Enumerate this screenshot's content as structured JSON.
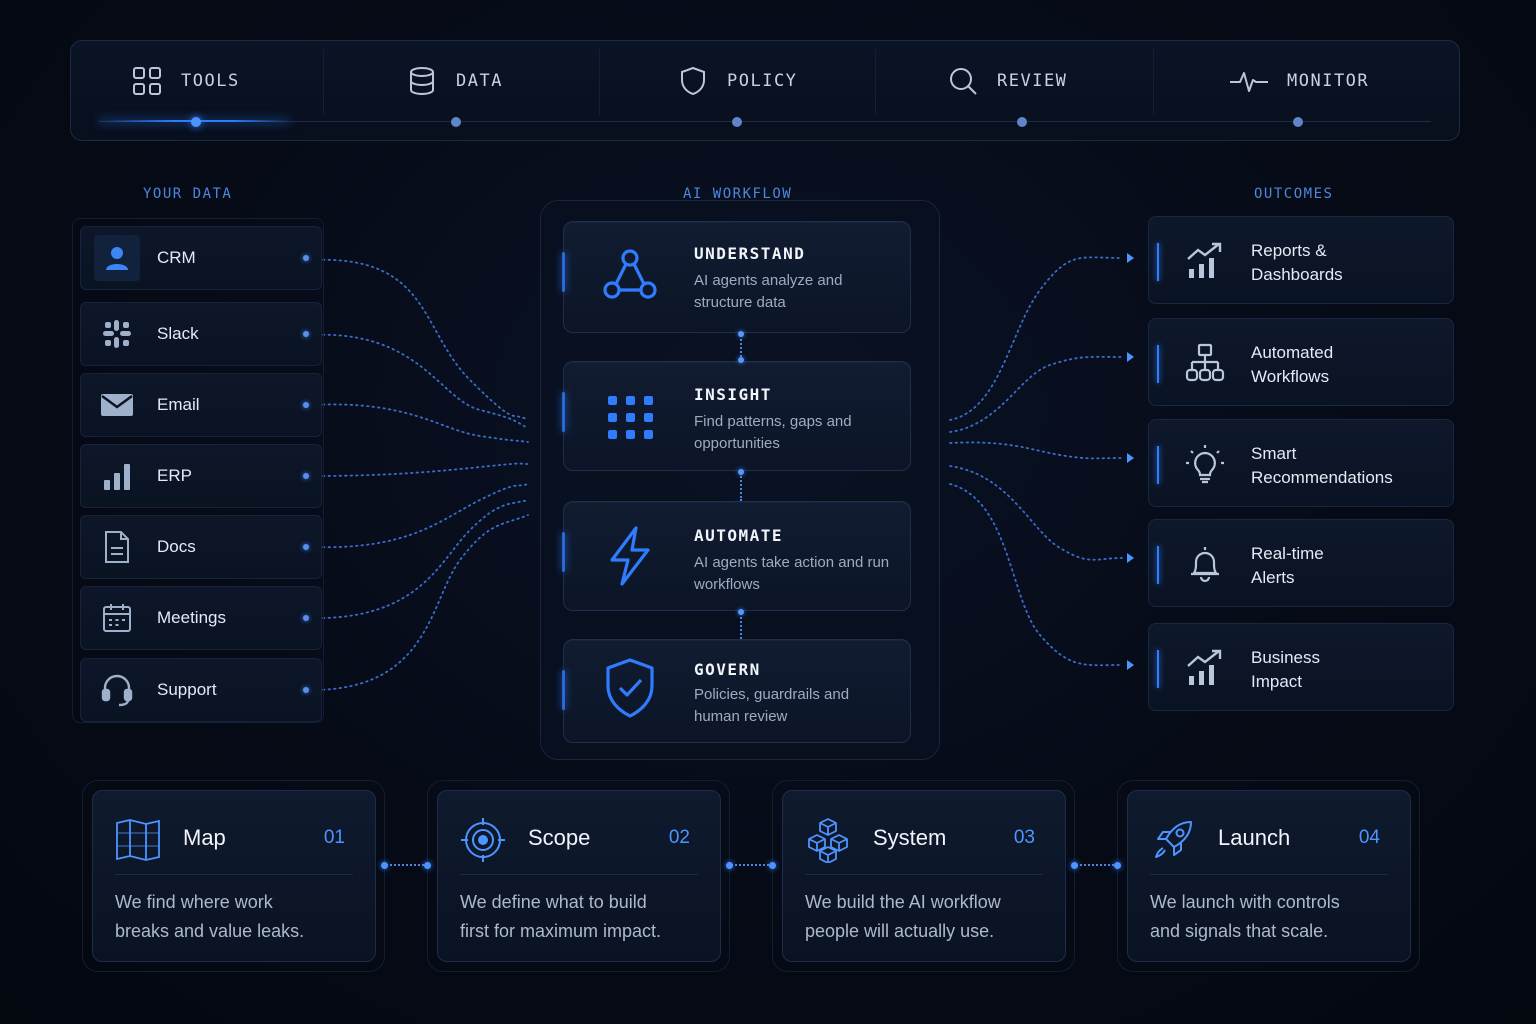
{
  "nav": {
    "tabs": [
      {
        "label": "TOOLS",
        "icon": "grid-icon",
        "active": true
      },
      {
        "label": "DATA",
        "icon": "database-icon",
        "active": false
      },
      {
        "label": "POLICY",
        "icon": "shield-icon",
        "active": false
      },
      {
        "label": "REVIEW",
        "icon": "search-icon",
        "active": false
      },
      {
        "label": "MONITOR",
        "icon": "pulse-icon",
        "active": false
      }
    ]
  },
  "sections": {
    "your_data": "YOUR DATA",
    "ai_workflow": "AI WORKFLOW",
    "outcomes": "OUTCOMES"
  },
  "data_sources": [
    {
      "label": "CRM",
      "icon": "user-icon"
    },
    {
      "label": "Slack",
      "icon": "slack-icon"
    },
    {
      "label": "Email",
      "icon": "mail-icon"
    },
    {
      "label": "ERP",
      "icon": "bar-chart-icon"
    },
    {
      "label": "Docs",
      "icon": "document-icon"
    },
    {
      "label": "Meetings",
      "icon": "calendar-icon"
    },
    {
      "label": "Support",
      "icon": "headset-icon"
    }
  ],
  "workflow": [
    {
      "title": "UNDERSTAND",
      "desc": "AI agents analyze and structure data",
      "icon": "network-icon"
    },
    {
      "title": "INSIGHT",
      "desc": "Find patterns, gaps and opportunities",
      "icon": "dots-grid-icon"
    },
    {
      "title": "AUTOMATE",
      "desc": "AI agents take action and run workflows",
      "icon": "lightning-icon"
    },
    {
      "title": "GOVERN",
      "desc": "Policies, guardrails and human review",
      "icon": "shield-check-icon"
    }
  ],
  "outcomes": [
    {
      "line1": "Reports &",
      "line2": "Dashboards",
      "icon": "trend-chart-icon"
    },
    {
      "line1": "Automated",
      "line2": "Workflows",
      "icon": "hierarchy-icon"
    },
    {
      "line1": "Smart",
      "line2": "Recommendations",
      "icon": "lightbulb-icon"
    },
    {
      "line1": "Real-time",
      "line2": "Alerts",
      "icon": "bell-icon"
    },
    {
      "line1": "Business",
      "line2": "Impact",
      "icon": "trend-chart-icon"
    }
  ],
  "steps": [
    {
      "title": "Map",
      "num": "01",
      "line1": "We find where work",
      "line2": "breaks and value leaks.",
      "icon": "map-icon"
    },
    {
      "title": "Scope",
      "num": "02",
      "line1": "We define what to build",
      "line2": "first for maximum impact.",
      "icon": "target-icon"
    },
    {
      "title": "System",
      "num": "03",
      "line1": "We build the AI workflow",
      "line2": "people will actually use.",
      "icon": "cubes-icon"
    },
    {
      "title": "Launch",
      "num": "04",
      "line1": "We launch with controls",
      "line2": "and signals that scale.",
      "icon": "rocket-icon"
    }
  ],
  "colors": {
    "accent": "#2f7cff",
    "background": "#060b17",
    "card": "#0e182b"
  }
}
